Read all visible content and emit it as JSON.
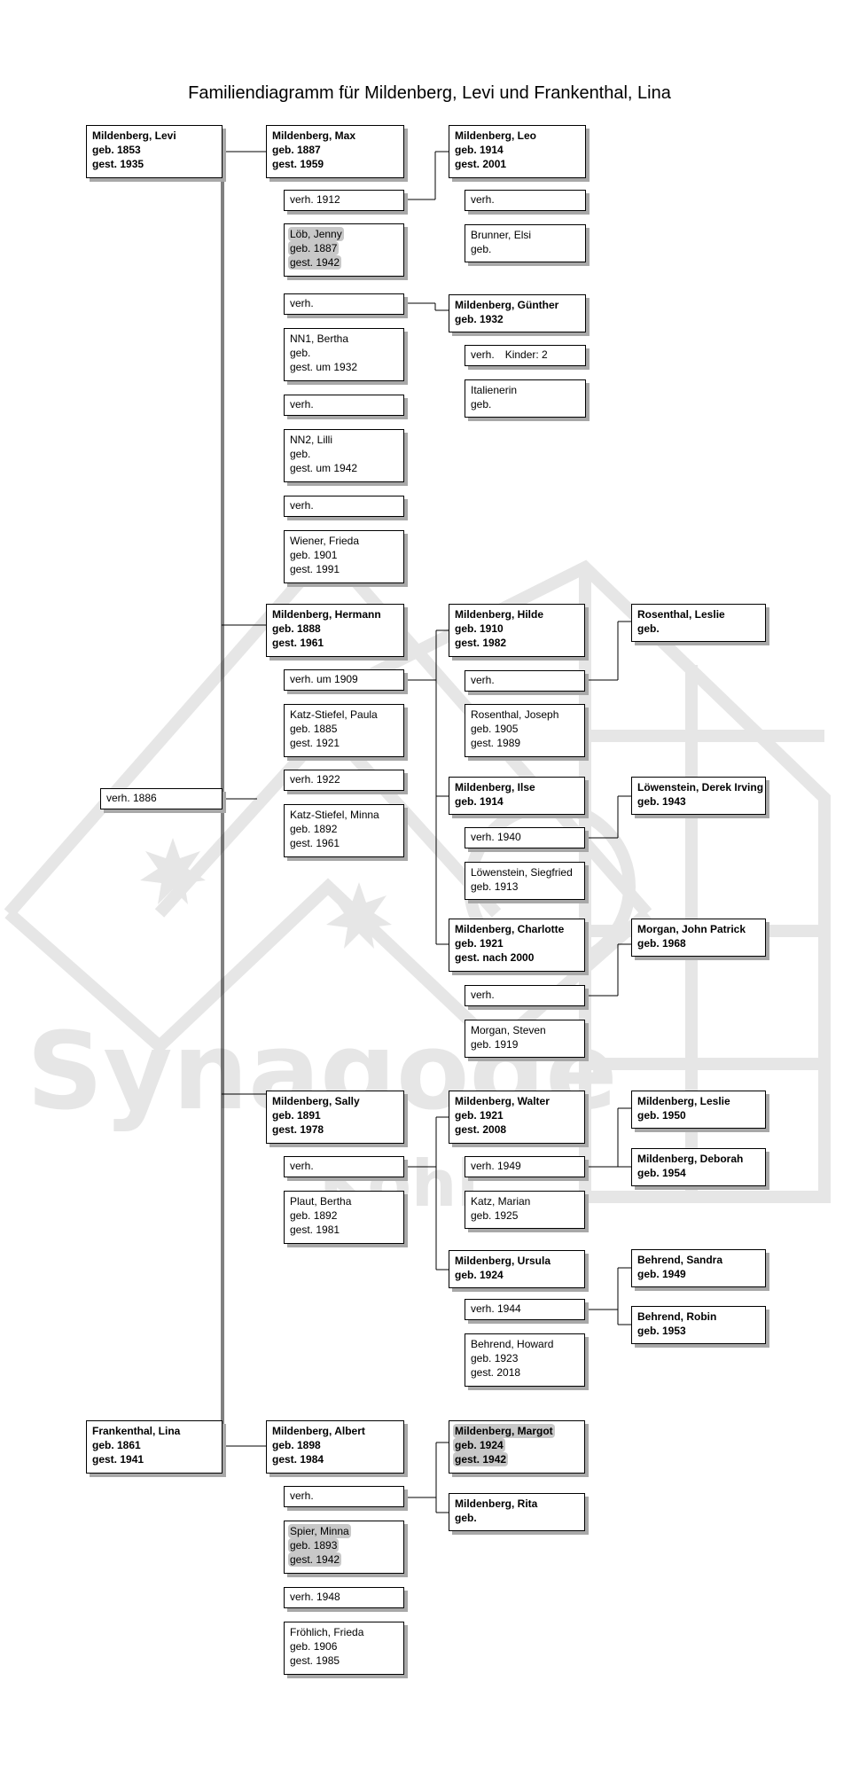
{
  "title": "Familiendiagramm für Mildenberg, Levi und Frankenthal, Lina",
  "watermark": {
    "text": "Synagoge",
    "subtext": "Kohl",
    "color": "#e6e6e6"
  },
  "colors": {
    "shadow": "#a8a8a8",
    "highlight": "#c8c8c8",
    "line": "#000000"
  },
  "root": {
    "levi": [
      "Mildenberg, Levi",
      "geb. 1853",
      "gest. 1935"
    ],
    "marriage": "verh. 1886",
    "lina": [
      "Frankenthal, Lina",
      "geb. 1861",
      "gest. 1941"
    ]
  },
  "max": {
    "person": [
      "Mildenberg, Max",
      "geb. 1887",
      "gest. 1959"
    ],
    "m1": "verh. 1912",
    "spouse1": [
      "Löb, Jenny",
      "geb. 1887",
      "gest. 1942"
    ],
    "m2": "verh.",
    "spouse2": [
      "NN1, Bertha",
      "geb.",
      "gest. um 1932"
    ],
    "m3": "verh.",
    "spouse3": [
      "NN2, Lilli",
      "geb.",
      "gest. um 1942"
    ],
    "m4": "verh.",
    "spouse4": [
      "Wiener, Frieda",
      "geb. 1901",
      "gest. 1991"
    ],
    "leo": [
      "Mildenberg, Leo",
      "geb. 1914",
      "gest. 2001"
    ],
    "leo_m": "verh.",
    "leo_spouse": [
      "Brunner, Elsi",
      "geb."
    ],
    "guenther": [
      "Mildenberg, Günther",
      "geb. 1932"
    ],
    "guenther_m": "verh.",
    "guenther_kids": "Kinder: 2",
    "guenther_spouse": [
      "Italienerin",
      "geb."
    ]
  },
  "hermann": {
    "person": [
      "Mildenberg, Hermann",
      "geb. 1888",
      "gest. 1961"
    ],
    "m1": "verh. um 1909",
    "spouse1": [
      "Katz-Stiefel, Paula",
      "geb. 1885",
      "gest. 1921"
    ],
    "m2": "verh. 1922",
    "spouse2": [
      "Katz-Stiefel, Minna",
      "geb. 1892",
      "gest. 1961"
    ],
    "hilde": [
      "Mildenberg, Hilde",
      "geb. 1910",
      "gest. 1982"
    ],
    "hilde_m": "verh.",
    "hilde_spouse": [
      "Rosenthal, Joseph",
      "geb. 1905",
      "gest. 1989"
    ],
    "leslie": [
      "Rosenthal, Leslie",
      "geb."
    ],
    "ilse": [
      "Mildenberg, Ilse",
      "geb. 1914"
    ],
    "ilse_m": "verh. 1940",
    "ilse_spouse": [
      "Löwenstein, Siegfried",
      "geb. 1913"
    ],
    "derek": [
      "Löwenstein, Derek Irving",
      "geb. 1943"
    ],
    "charlotte": [
      "Mildenberg, Charlotte",
      "geb. 1921",
      "gest. nach 2000"
    ],
    "charlotte_m": "verh.",
    "charlotte_spouse": [
      "Morgan, Steven",
      "geb. 1919"
    ],
    "john": [
      "Morgan, John Patrick",
      "geb. 1968"
    ]
  },
  "sally": {
    "person": [
      "Mildenberg, Sally",
      "geb. 1891",
      "gest. 1978"
    ],
    "m1": "verh.",
    "spouse1": [
      "Plaut, Bertha",
      "geb. 1892",
      "gest. 1981"
    ],
    "walter": [
      "Mildenberg, Walter",
      "geb. 1921",
      "gest. 2008"
    ],
    "walter_m": "verh. 1949",
    "walter_spouse": [
      "Katz, Marian",
      "geb. 1925"
    ],
    "leslie": [
      "Mildenberg, Leslie",
      "geb. 1950"
    ],
    "deborah": [
      "Mildenberg, Deborah",
      "geb. 1954"
    ],
    "ursula": [
      "Mildenberg, Ursula",
      "geb. 1924"
    ],
    "ursula_m": "verh. 1944",
    "ursula_spouse": [
      "Behrend, Howard",
      "geb. 1923",
      "gest. 2018"
    ],
    "sandra": [
      "Behrend, Sandra",
      "geb. 1949"
    ],
    "robin": [
      "Behrend, Robin",
      "geb. 1953"
    ]
  },
  "albert": {
    "person": [
      "Mildenberg, Albert",
      "geb. 1898",
      "gest. 1984"
    ],
    "m1": "verh.",
    "spouse1": [
      "Spier, Minna",
      "geb. 1893",
      "gest. 1942"
    ],
    "m2": "verh. 1948",
    "spouse2": [
      "Fröhlich, Frieda",
      "geb. 1906",
      "gest. 1985"
    ],
    "margot": [
      "Mildenberg, Margot",
      "geb. 1924",
      "gest. 1942"
    ],
    "rita": [
      "Mildenberg, Rita",
      "geb."
    ]
  }
}
